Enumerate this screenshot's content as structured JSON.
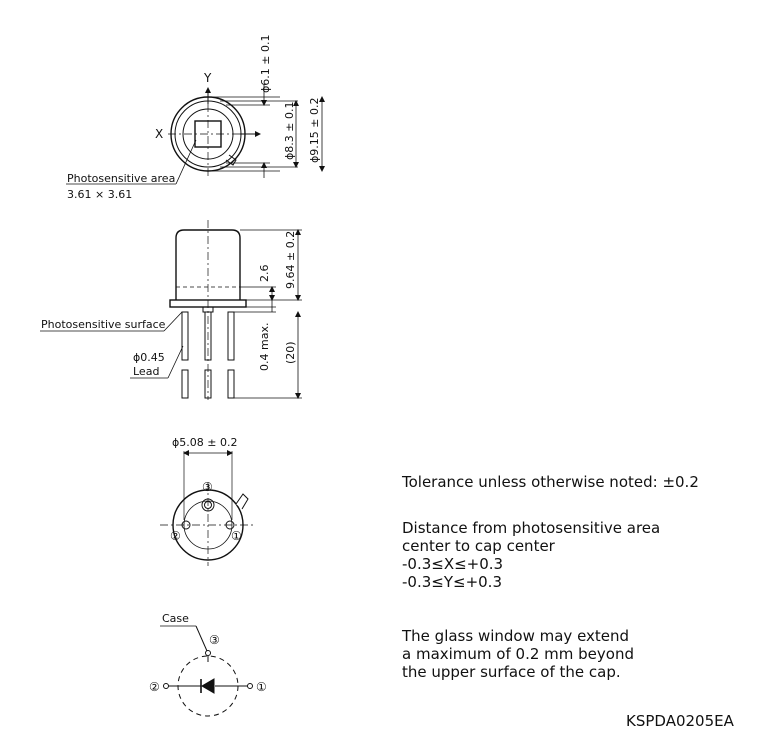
{
  "top_view": {
    "axis_y": "Y",
    "axis_x": "X",
    "dim_window": "ϕ6.1 ± 0.1",
    "dim_cap": "ϕ8.3 ± 0.1",
    "dim_flange": "ϕ9.15 ± 0.2",
    "area_label": "Photosensitive area",
    "area_size": "3.61 × 3.61"
  },
  "side_view": {
    "surface_label": "Photosensitive surface",
    "dim_depth": "2.6",
    "dim_height": "9.64 ± 0.2",
    "dim_lead_gap": "0.4 max.",
    "dim_lead_length": "(20)",
    "lead_dia": "ϕ0.45",
    "lead_label": "Lead"
  },
  "bottom_view": {
    "dim_pitch": "ϕ5.08 ± 0.2",
    "pin1": "①",
    "pin2": "②",
    "pin3": "③"
  },
  "schematic": {
    "case_label": "Case",
    "pin1": "①",
    "pin2": "②",
    "pin3": "③"
  },
  "notes": {
    "tolerance": "Tolerance unless otherwise noted: ±0.2",
    "distance_line1": "Distance from photosensitive area",
    "distance_line2": "center to cap center",
    "distance_x": "-0.3≤X≤+0.3",
    "distance_y": "-0.3≤Y≤+0.3",
    "glass_line1": "The glass window may extend",
    "glass_line2": "a maximum of 0.2 mm beyond",
    "glass_line3": "the upper surface of the cap."
  },
  "drawing_code": "KSPDA0205EA"
}
